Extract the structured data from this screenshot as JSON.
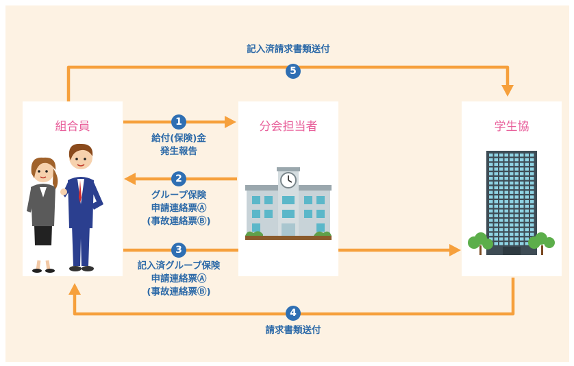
{
  "colors": {
    "background": "#fdf2e3",
    "arrow": "#f6a03c",
    "badge": "#2f6fb3",
    "label_text": "#2d6aa8",
    "box_title": "#e8609b"
  },
  "nodes": {
    "member": {
      "title": "組合員",
      "illustration": "business-couple-icon"
    },
    "branch": {
      "title": "分会担当者",
      "illustration": "school-building-icon"
    },
    "coop": {
      "title": "学生協",
      "illustration": "office-tower-icon"
    }
  },
  "steps": [
    {
      "number": "1",
      "lines": [
        "給付(保険)金",
        "発生報告"
      ]
    },
    {
      "number": "2",
      "lines": [
        "グループ保険",
        "申請連絡票Ⓐ",
        "(事故連絡票Ⓑ)"
      ]
    },
    {
      "number": "3",
      "lines": [
        "記入済グループ保険",
        "申請連絡票Ⓐ",
        "(事故連絡票Ⓑ)"
      ]
    },
    {
      "number": "4",
      "lines": [
        "請求書類送付"
      ]
    },
    {
      "number": "5",
      "lines": [
        "記入済請求書類送付"
      ]
    }
  ]
}
